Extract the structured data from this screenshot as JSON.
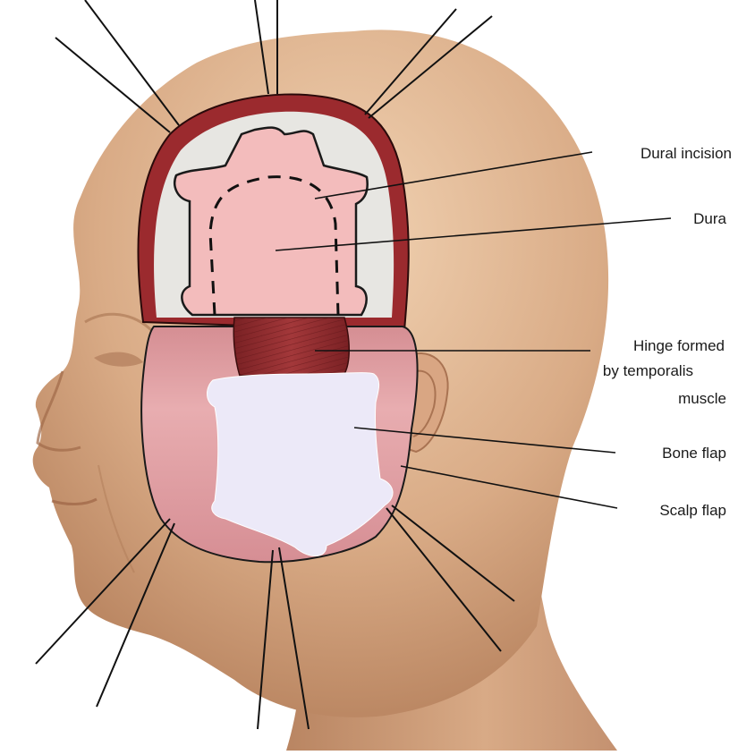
{
  "colors": {
    "background": "#ffffff",
    "skin_light": "#e8c3a0",
    "skin_mid": "#c99672",
    "skin_dark": "#9a6a4a",
    "wound_edge": "#9b2a2e",
    "bone_margin": "#e7e6e2",
    "dura": "#f3bcbc",
    "scalp_flap": "#e2a2a6",
    "muscle": "#8c2a2c",
    "bone_flap": "#ece9f8",
    "line": "#111111"
  },
  "labels": {
    "dural_incision": "Dural incision",
    "dura": "Dura",
    "hinge_line1": "Hinge formed",
    "hinge_line2": "by temporalis",
    "hinge_line3": "muscle",
    "bone_flap": "Bone flap",
    "scalp_flap": "Scalp flap"
  }
}
